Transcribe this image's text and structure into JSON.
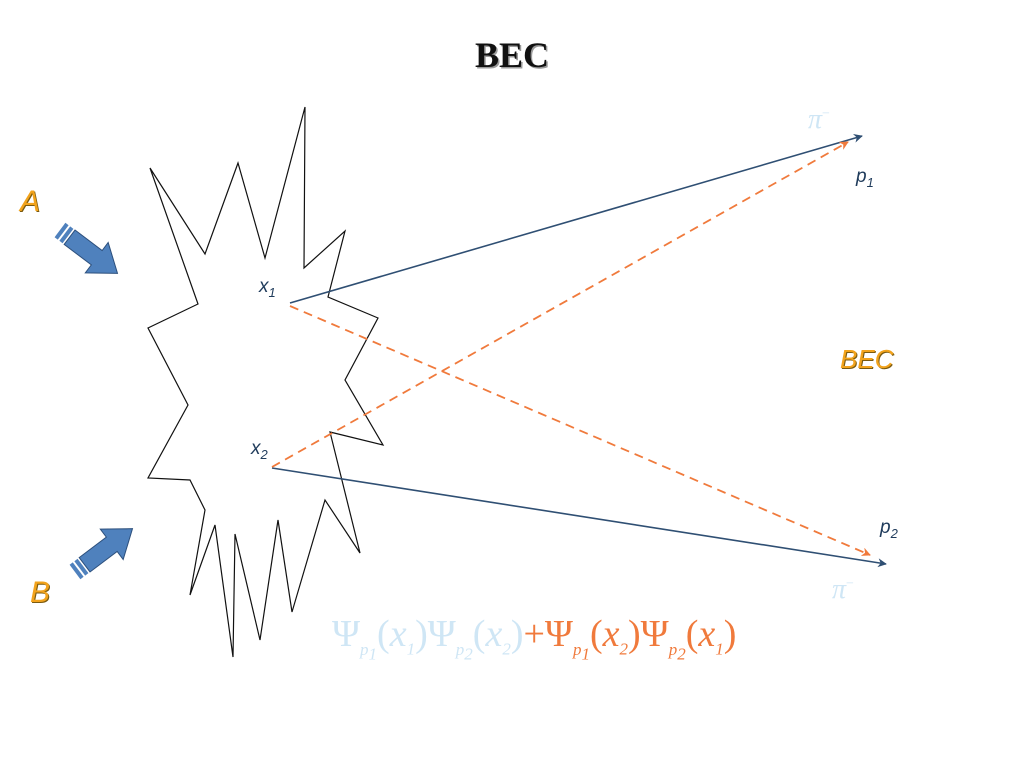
{
  "title": "BEC",
  "beams": {
    "a": "A",
    "b": "B"
  },
  "bec_label": "BEC",
  "points": {
    "x1": {
      "base": "x",
      "sub": "1"
    },
    "x2": {
      "base": "x",
      "sub": "2"
    },
    "p1": {
      "base": "p",
      "sub": "1"
    },
    "p2": {
      "base": "p",
      "sub": "2"
    }
  },
  "pion": {
    "base": "π",
    "sup": "−"
  },
  "formula": {
    "psi": "Ψ",
    "p": "p",
    "x": "x",
    "one": "1",
    "two": "2",
    "open": "(",
    "close": ")",
    "plus": "+"
  },
  "colors": {
    "solid_line": "#2f4f73",
    "dashed_line": "#f07a3c",
    "beam_arrow": "#4f81bd",
    "label_orange": "#f2a31c",
    "pion_faint": "#cfe6f5"
  }
}
